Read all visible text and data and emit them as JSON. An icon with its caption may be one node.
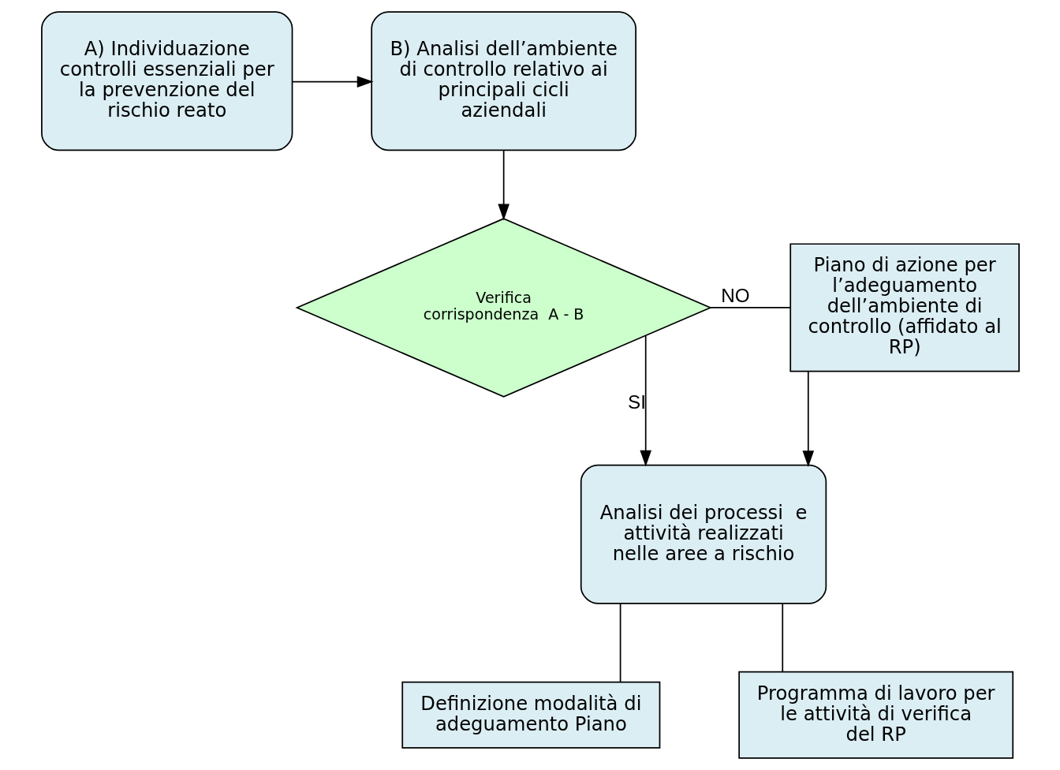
{
  "diagram": {
    "nodes": [
      {
        "text": [
          "A) Individuazione controlli essenziali per la prevenzione del rischio reato"
        ]
      },
      {
        "text": [
          "B) Analisi dell’ambiente di controllo relativo ai principali cicli aziendali"
        ]
      },
      {
        "text": [
          "Verifica corrispondenza  A - B"
        ]
      },
      {
        "text": [
          "Piano di azione per l’adeguamento dell’ambiente di controllo (affidato al RP)"
        ]
      },
      {
        "text": [
          "Analisi dei processi  e attività realizzati nelle aree a rischio"
        ]
      },
      {
        "text": [
          "Definizione modalità di adeguamento Piano"
        ]
      },
      {
        "text": [
          "Programma di lavoro per le attività di verifica del RP"
        ]
      }
    ],
    "edges": [
      {
        "from": 0,
        "to": 1,
        "arrow": "to"
      },
      {
        "from": 1,
        "to": 2,
        "arrow": "to"
      },
      {
        "from": 2,
        "to": 3,
        "arrow": "none",
        "label": "NO"
      },
      {
        "from": 2,
        "to": 4,
        "arrow": "to",
        "label": "SI"
      },
      {
        "from": 3,
        "to": 4,
        "arrow": "to"
      },
      {
        "from": 4,
        "to": 5,
        "arrow": "none"
      },
      {
        "from": 4,
        "to": 6,
        "arrow": "none"
      }
    ]
  }
}
